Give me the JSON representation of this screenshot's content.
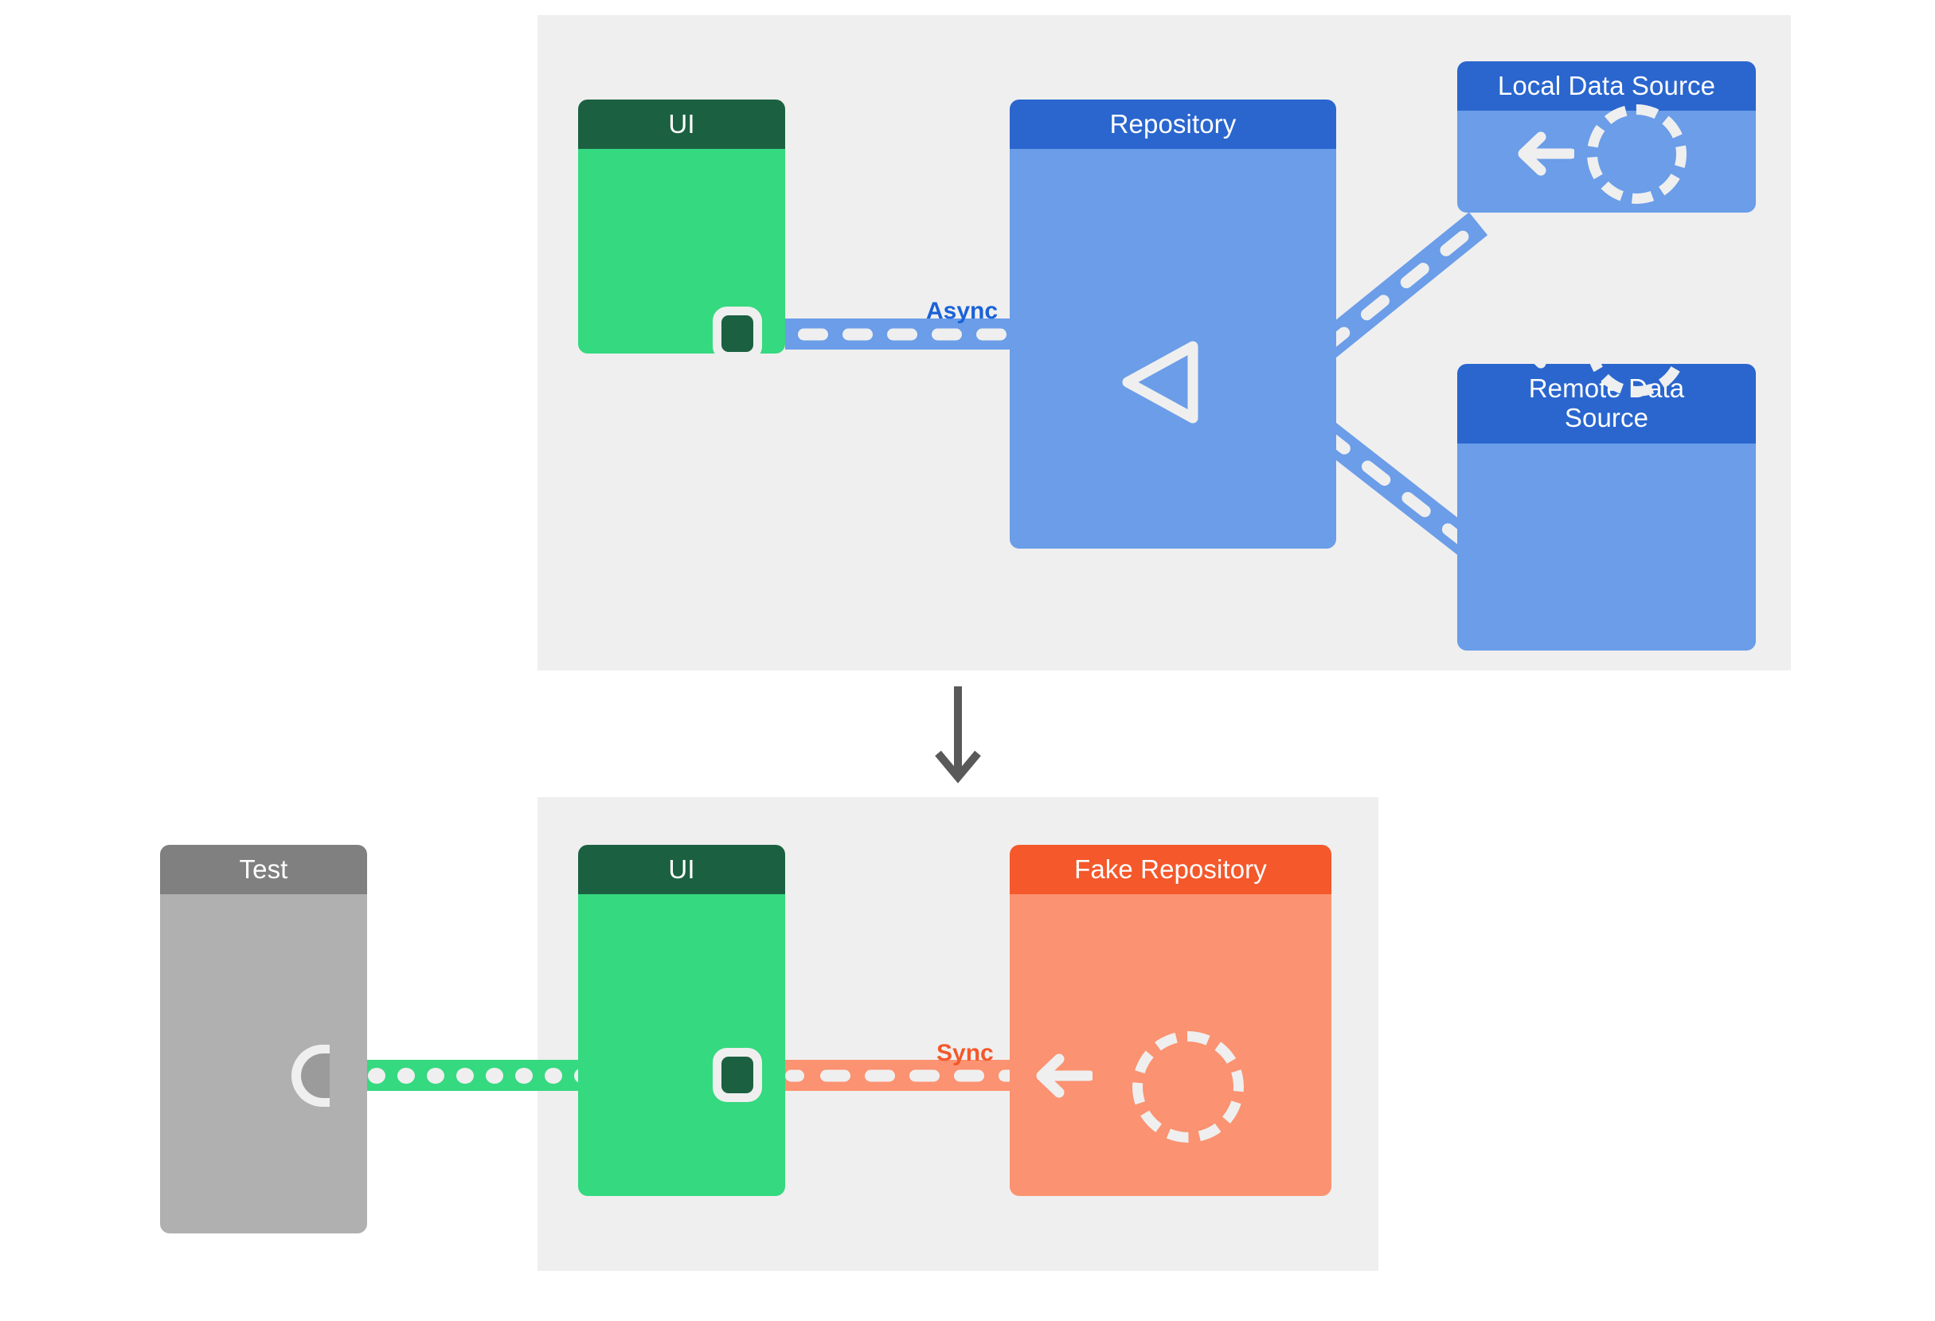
{
  "diagram": {
    "title": "Repository pattern: production vs test doubles",
    "panels": [
      {
        "id": "production",
        "label": ""
      },
      {
        "id": "test",
        "label": ""
      }
    ],
    "flow_arrow": "arrow-down-icon",
    "colors": {
      "panel_background": "#efefef",
      "ui_header": "#1B6141",
      "ui_body": "#35D97F",
      "repository_header": "#2A66CE",
      "repository_body": "#6B9DE8",
      "fake_repository_header": "#F4582B",
      "fake_repository_body": "#FB9271",
      "test_header": "#808080",
      "test_body": "#B0B0B0",
      "async_label": "#1A62D8",
      "sync_label": "#F4582B",
      "connector_dash": "#efefef",
      "arrow_down": "#595959"
    }
  },
  "top": {
    "ui": {
      "title": "UI"
    },
    "repository": {
      "title": "Repository",
      "icon": "merge-triangle-icon"
    },
    "local_data_source": {
      "title": "Local Data Source",
      "icon": "dashed-circle-icon",
      "arrow": "arrow-left-icon"
    },
    "remote_data_source": {
      "title": "Remote Data\nSource",
      "title_line1": "Remote Data",
      "title_line2": "Source",
      "icon": "dashed-circle-icon",
      "arrow": "arrow-left-icon"
    },
    "connection_label": "Async"
  },
  "bottom": {
    "test": {
      "title": "Test",
      "connector": "required-interface-socket-icon"
    },
    "ui": {
      "title": "UI",
      "connector": "provided-interface-plug-icon"
    },
    "fake_repository": {
      "title": "Fake Repository",
      "icon": "dashed-circle-icon",
      "arrow": "arrow-left-icon"
    },
    "connection_label": "Sync"
  }
}
